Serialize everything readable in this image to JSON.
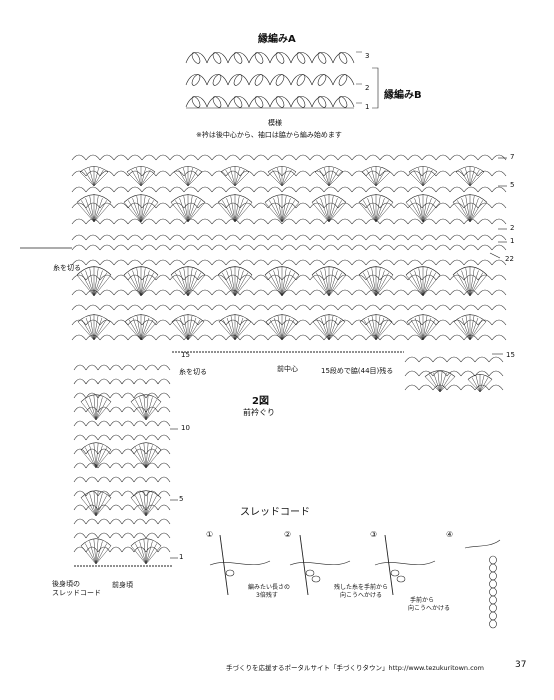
{
  "edging": {
    "title_a": "縁編みA",
    "title_b": "縁編みB",
    "rows": [
      "3",
      "2",
      "1"
    ],
    "base_label": "模様",
    "note": "※衿は後中心から、袖口は脇から編み始めます"
  },
  "main": {
    "row_labels_right": [
      "7",
      "5",
      "2",
      "1",
      "22",
      "15"
    ],
    "left_note_cut": "糸を切る",
    "inner_row_label": "15",
    "inner_note_cut": "糸を切る",
    "center_label": "前中心",
    "repeat_note": "15段めで脇(44目)残る",
    "figure_number": "2図",
    "figure_title": "前衿ぐり",
    "left_row_labels": [
      "10",
      "5",
      "1"
    ],
    "bottom_note_1": "後身頃の",
    "bottom_note_2": "スレッドコード",
    "bottom_note_3": "前身頃"
  },
  "thread_cord": {
    "title": "スレッドコード",
    "steps": [
      "①",
      "②",
      "③",
      "④"
    ],
    "note_1a": "編みたい長さの",
    "note_1b": "3倍残す",
    "note_2a": "残した糸を手前から",
    "note_2b": "向こうへかける",
    "note_3a": "手前から",
    "note_3b": "向こうへかける"
  },
  "footer": {
    "text": "手づくりを応援するポータルサイト「手づくりタウン」http://www.tezukuritown.com",
    "page": "37"
  }
}
